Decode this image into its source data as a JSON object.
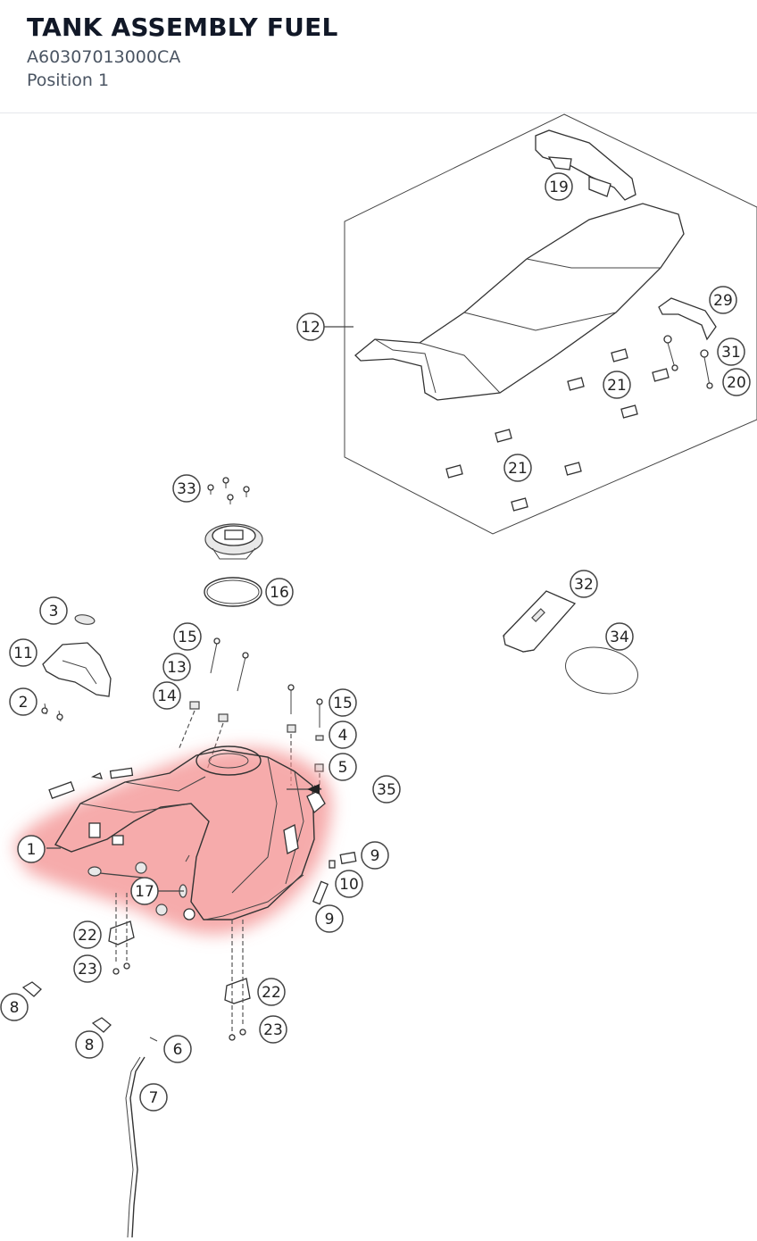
{
  "header": {
    "title": "TANK ASSEMBLY FUEL",
    "part_number": "A60307013000CA",
    "position": "Position 1"
  },
  "highlight_color": "#f28b8b",
  "callouts": [
    {
      "id": "c19",
      "label": "19"
    },
    {
      "id": "c12",
      "label": "12"
    },
    {
      "id": "c29",
      "label": "29"
    },
    {
      "id": "c31",
      "label": "31"
    },
    {
      "id": "c20",
      "label": "20"
    },
    {
      "id": "c21a",
      "label": "21"
    },
    {
      "id": "c21b",
      "label": "21"
    },
    {
      "id": "c33",
      "label": "33"
    },
    {
      "id": "c16",
      "label": "16"
    },
    {
      "id": "c32",
      "label": "32"
    },
    {
      "id": "c34",
      "label": "34"
    },
    {
      "id": "c3",
      "label": "3"
    },
    {
      "id": "c11",
      "label": "11"
    },
    {
      "id": "c2",
      "label": "2"
    },
    {
      "id": "c15a",
      "label": "15"
    },
    {
      "id": "c13",
      "label": "13"
    },
    {
      "id": "c14",
      "label": "14"
    },
    {
      "id": "c15b",
      "label": "15"
    },
    {
      "id": "c4",
      "label": "4"
    },
    {
      "id": "c5",
      "label": "5"
    },
    {
      "id": "c35",
      "label": "35"
    },
    {
      "id": "c1",
      "label": "1"
    },
    {
      "id": "c9a",
      "label": "9"
    },
    {
      "id": "c10",
      "label": "10"
    },
    {
      "id": "c9b",
      "label": "9"
    },
    {
      "id": "c17",
      "label": "17"
    },
    {
      "id": "c22a",
      "label": "22"
    },
    {
      "id": "c23a",
      "label": "23"
    },
    {
      "id": "c22b",
      "label": "22"
    },
    {
      "id": "c23b",
      "label": "23"
    },
    {
      "id": "c8a",
      "label": "8"
    },
    {
      "id": "c8b",
      "label": "8"
    },
    {
      "id": "c6",
      "label": "6"
    },
    {
      "id": "c7",
      "label": "7"
    }
  ]
}
